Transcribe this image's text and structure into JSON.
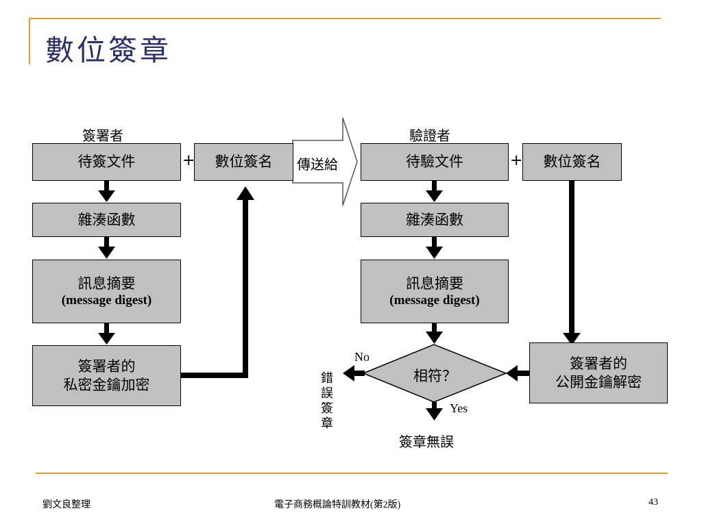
{
  "slide": {
    "title": "數位簽章",
    "accent_color": "#d9a12b",
    "title_color": "#2b2f6b"
  },
  "signer": {
    "heading": "簽署者",
    "doc": "待簽文件",
    "plus": "+",
    "signature": "數位簽名",
    "hash": "雜湊函數",
    "digest_line1": "訊息摘要",
    "digest_line2": "(message digest)",
    "encrypt_line1": "簽署者的",
    "encrypt_line2": "私密金鑰加密"
  },
  "transfer": {
    "label": "傳送給"
  },
  "verifier": {
    "heading": "驗證者",
    "doc": "待驗文件",
    "plus": "+",
    "signature": "數位簽名",
    "hash": "雜湊函數",
    "digest_line1": "訊息摘要",
    "digest_line2": "(message digest)",
    "decrypt_line1": "簽署者的",
    "decrypt_line2": "公開金鑰解密",
    "decision": "相符？",
    "no_label": "No",
    "yes_label": "Yes",
    "error_text": "錯誤簽章",
    "ok_text": "簽章無誤"
  },
  "footer": {
    "author": "劉文良整理",
    "course": "電子商務概論特訓教材(第2版)",
    "page": "43"
  }
}
